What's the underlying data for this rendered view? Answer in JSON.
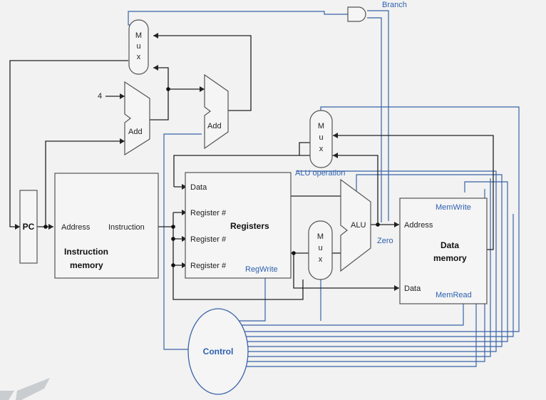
{
  "labels": {
    "branch": "Branch",
    "pc": "PC",
    "four": "4",
    "add1": "Add",
    "add2": "Add",
    "mux_letters": [
      "M",
      "u",
      "x"
    ],
    "address": "Address",
    "instruction": "Instruction",
    "instruction_memory_1": "Instruction",
    "instruction_memory_2": "memory",
    "data": "Data",
    "register1": "Register #",
    "register2": "Register #",
    "register3": "Register #",
    "registers": "Registers",
    "regwrite": "RegWrite",
    "alu_operation": "ALU operation",
    "alu": "ALU",
    "zero": "Zero",
    "memwrite": "MemWrite",
    "dm_address": "Address",
    "data_memory_1": "Data",
    "data_memory_2": "memory",
    "dm_data": "Data",
    "memread": "MemRead",
    "control": "Control"
  },
  "colors": {
    "control_lines": "#3b63a8",
    "datapath": "#222222",
    "background": "#f1f2f1"
  }
}
